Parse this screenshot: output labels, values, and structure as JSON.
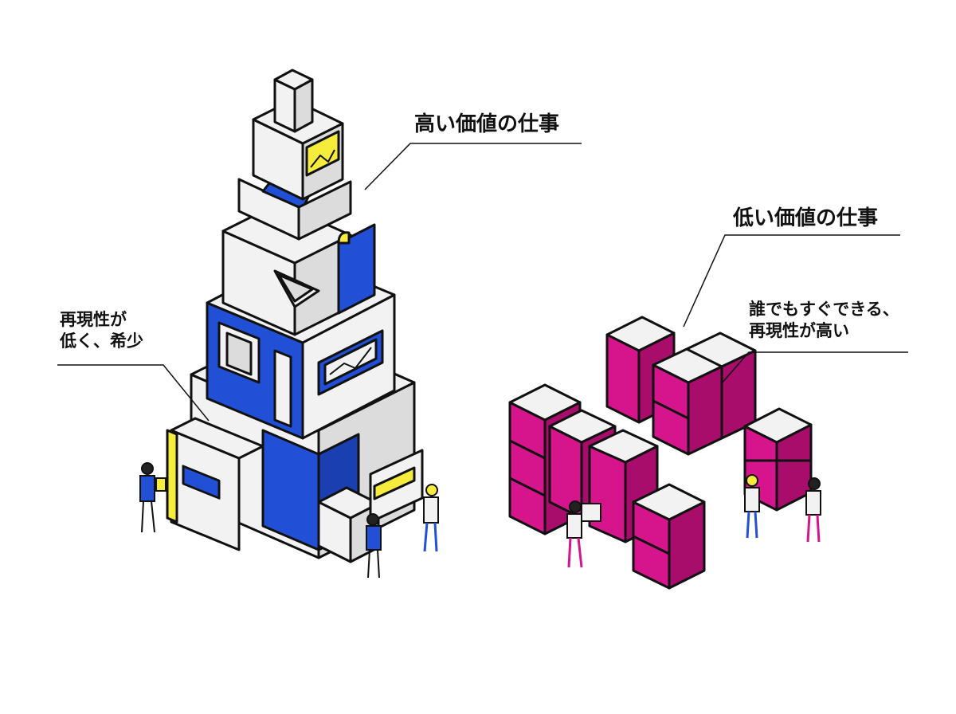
{
  "labels": {
    "high_value": "高い価値の仕事",
    "low_value": "低い価値の仕事",
    "left_note_line1": "再現性が",
    "left_note_line2": "低く、希少",
    "right_note_line1": "誰でもすぐできる、",
    "right_note_line2": "再現性が高い"
  },
  "colors": {
    "outline": "#111111",
    "white": "#f2f2f2",
    "light_gray": "#dcdcdc",
    "blue": "#2150d6",
    "yellow": "#f6ec3c",
    "magenta": "#d6158c",
    "magenta_dark": "#a80d6c",
    "skin": "#f2d3b8",
    "hair": "#222222"
  }
}
